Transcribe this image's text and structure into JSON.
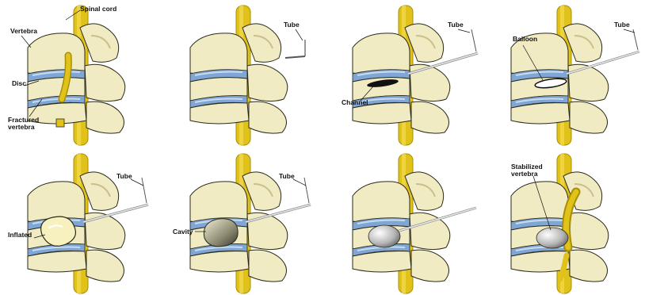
{
  "labels": {
    "spinal_cord": "Spinal cord",
    "vertebra": "Vertebra",
    "disc": "Disc",
    "fractured_vertebra": "Fractured\nvertebra",
    "tube": "Tube",
    "channel": "Channel",
    "balloon": "Balloon",
    "inflated": "Inflated",
    "cavity": "Cavity",
    "stabilized_vertebra": "Stabilized\nvertebra"
  },
  "colors": {
    "bone": "#f1ebc3",
    "bone_shadow": "#c9c08a",
    "outline": "#2a2a1a",
    "disc": "#7fa6d4",
    "disc_light": "#c9dcef",
    "cord": "#e0c21a",
    "cord_dark": "#a88f00",
    "tube": "#d8d8d8",
    "cement": "#f7f1c0"
  }
}
